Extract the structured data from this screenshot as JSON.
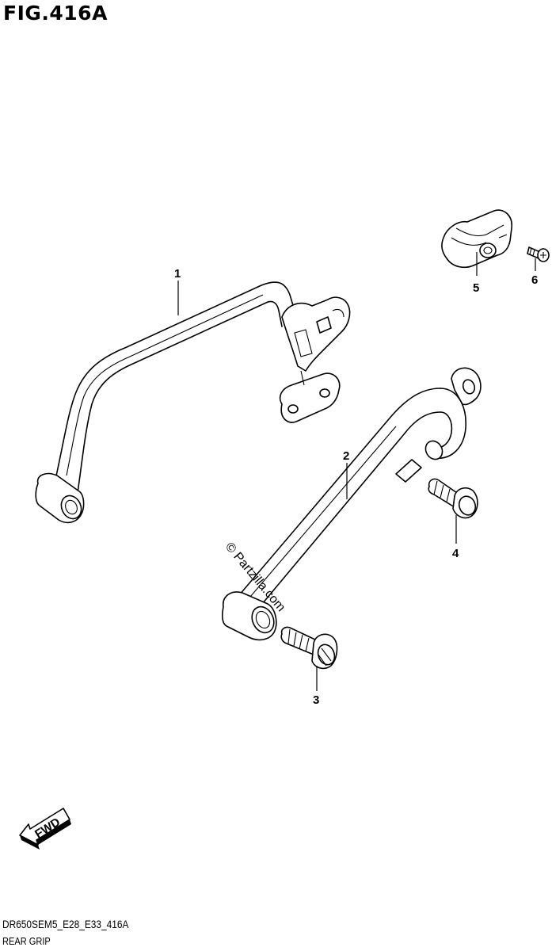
{
  "figure": {
    "title": "FIG.416A",
    "code": "DR650SEM5_E28_E33_416A",
    "caption": "REAR GRIP"
  },
  "watermark": "© Partzilla.com",
  "fwd_label": "FWD",
  "parts": [
    {
      "ref": "1",
      "component": "grip-left"
    },
    {
      "ref": "2",
      "component": "grip-right"
    },
    {
      "ref": "3",
      "component": "bolt-front"
    },
    {
      "ref": "4",
      "component": "bolt-rear"
    },
    {
      "ref": "5",
      "component": "cushion"
    },
    {
      "ref": "6",
      "component": "screw"
    }
  ]
}
